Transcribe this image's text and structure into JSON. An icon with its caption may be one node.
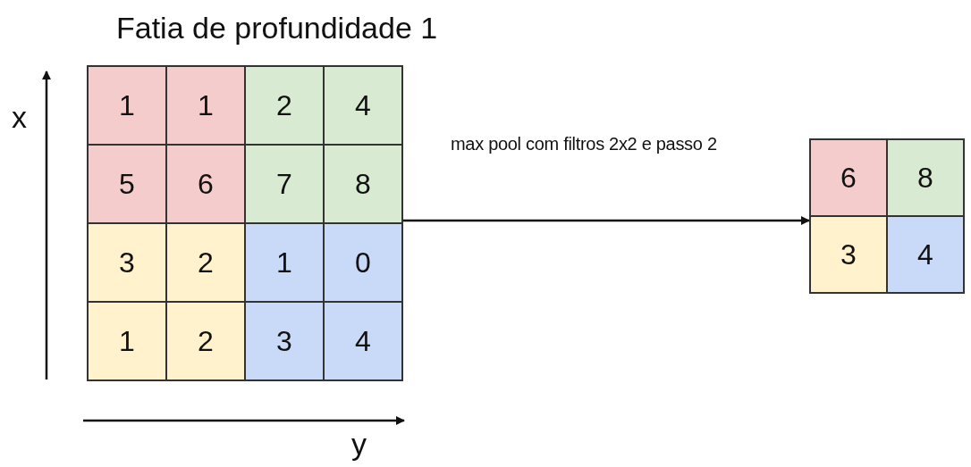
{
  "diagram": {
    "title": "Fatia de profundidade 1",
    "nodes": [
      {
        "text": [],
        "shape": "box"
      },
      {
        "text": [
          "1"
        ],
        "in": 0
      },
      {
        "text": [
          "1"
        ],
        "in": 0
      },
      {
        "text": [
          "2"
        ],
        "in": 0
      },
      {
        "text": [
          "4"
        ],
        "in": 0
      },
      {
        "text": [
          "5"
        ],
        "in": 0
      },
      {
        "text": [
          "6"
        ],
        "in": 0
      },
      {
        "text": [
          "7"
        ],
        "in": 0
      },
      {
        "text": [
          "8"
        ],
        "in": 0
      },
      {
        "text": [
          "3"
        ],
        "in": 0
      },
      {
        "text": [
          "2"
        ],
        "in": 0
      },
      {
        "text": [
          "1"
        ],
        "in": 0
      },
      {
        "text": [
          "0"
        ],
        "in": 0
      },
      {
        "text": [
          "1"
        ],
        "in": 0
      },
      {
        "text": [
          "2"
        ],
        "in": 0
      },
      {
        "text": [
          "3"
        ],
        "in": 0
      },
      {
        "text": [
          "4"
        ],
        "in": 0
      },
      {
        "text": [],
        "shape": "box"
      },
      {
        "text": [
          "6"
        ],
        "in": 17
      },
      {
        "text": [
          "8"
        ],
        "in": 17
      },
      {
        "text": [
          "3"
        ],
        "in": 17
      },
      {
        "text": [
          "4"
        ],
        "in": 17
      }
    ],
    "edges": [
      {
        "from": 0,
        "to": 17,
        "arrow": "to",
        "label": "max pool com filtros 2x2 e passo 2"
      }
    ],
    "labels": [
      "x",
      "y"
    ]
  }
}
